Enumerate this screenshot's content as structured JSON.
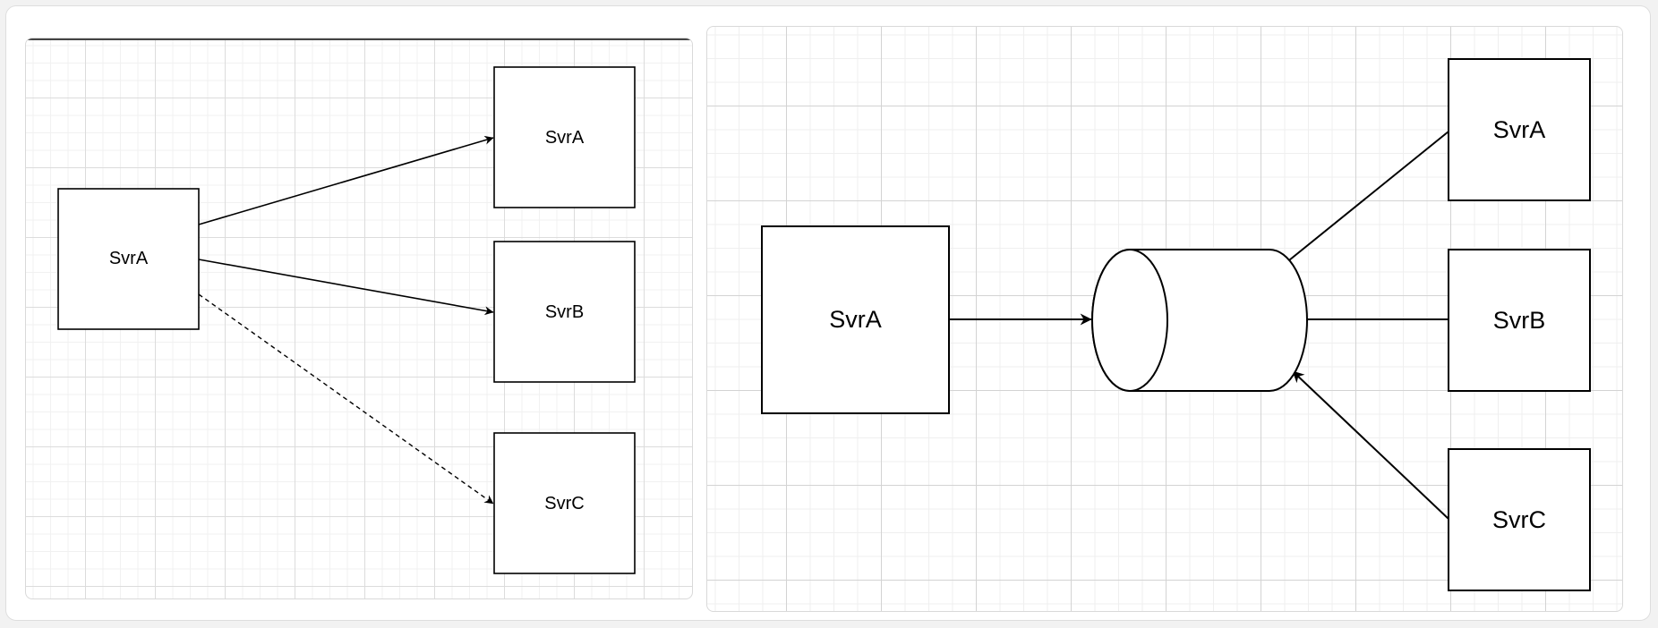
{
  "left_diagram": {
    "source": {
      "label": "SvrA"
    },
    "targets": [
      {
        "label": "SvrA",
        "edge_style": "solid"
      },
      {
        "label": "SvrB",
        "edge_style": "solid"
      },
      {
        "label": "SvrC",
        "edge_style": "dashed"
      }
    ]
  },
  "right_diagram": {
    "producer": {
      "label": "SvrA"
    },
    "queue": {
      "label": ""
    },
    "consumers": [
      {
        "label": "SvrA"
      },
      {
        "label": "SvrB"
      },
      {
        "label": "SvrC"
      }
    ]
  },
  "colors": {
    "stroke": "#000000",
    "node_fill": "#ffffff",
    "grid_major": "#d3d3d3",
    "grid_minor": "#efefef"
  }
}
